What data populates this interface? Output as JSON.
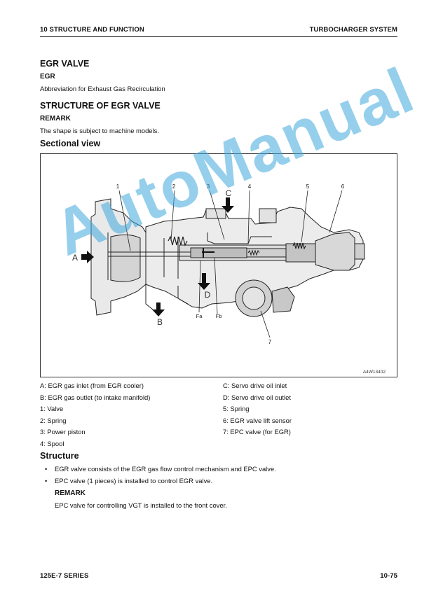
{
  "header": {
    "left": "10 STRUCTURE AND FUNCTION",
    "right": "TURBOCHARGER SYSTEM"
  },
  "egr_valve": {
    "title": "EGR VALVE",
    "abbr_term": "EGR",
    "abbr_text": "Abbreviation for Exhaust Gas Recirculation"
  },
  "structure_title": "STRUCTURE OF EGR VALVE",
  "remark1": {
    "label": "REMARK",
    "text": "The shape is subject to machine models."
  },
  "sectional_view_title": "Sectional view",
  "figure": {
    "code": "A4W13402",
    "callouts": [
      "1",
      "2",
      "3",
      "4",
      "5",
      "6",
      "7"
    ],
    "port_labels": {
      "A": "A",
      "B": "B",
      "C": "C",
      "D": "D",
      "Fa": "Fa",
      "Fb": "Fb"
    }
  },
  "legend_left": [
    "A: EGR gas inlet (from EGR cooler)",
    "B: EGR gas outlet (to intake manifold)",
    "1: Valve",
    "2: Spring",
    "3: Power piston",
    "4: Spool"
  ],
  "legend_right": [
    "C: Servo drive oil inlet",
    "D: Servo drive oil outlet",
    "5: Spring",
    "6: EGR valve lift sensor",
    "7: EPC valve (for EGR)"
  ],
  "structure": {
    "title": "Structure",
    "bullets": [
      "EGR valve consists of the EGR gas flow control mechanism and EPC valve.",
      "EPC valve (1 pieces) is installed to control EGR valve."
    ],
    "remark_label": "REMARK",
    "remark_text": "EPC valve for controlling VGT is installed to the front cover."
  },
  "watermark": "AutoManual",
  "footer": {
    "left": "125E-7 SERIES",
    "right": "10-75"
  }
}
